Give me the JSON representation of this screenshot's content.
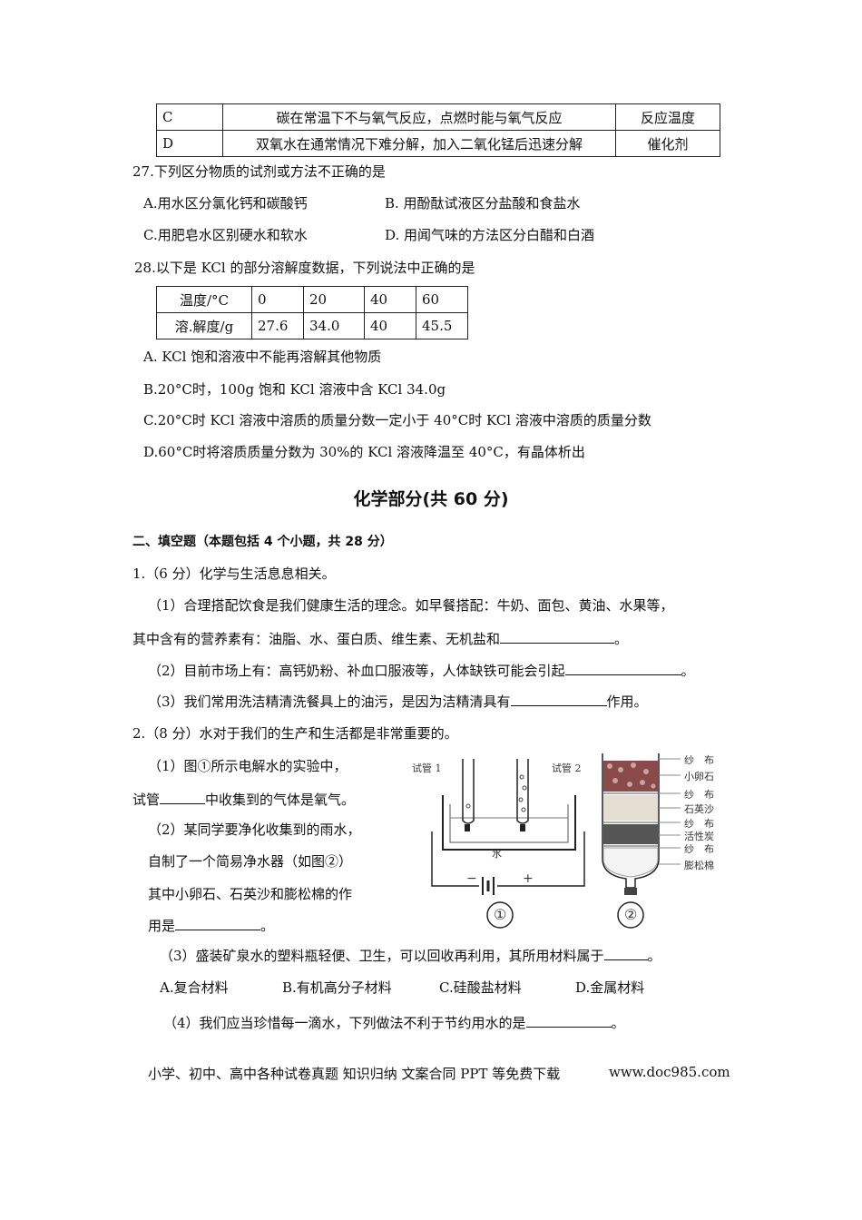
{
  "top_table": {
    "rows": [
      {
        "label": "C",
        "content": "碳在常温下不与氧气反应，点燃时能与氧气反应",
        "factor": "反应温度"
      },
      {
        "label": "D",
        "content": "双氧水在通常情况下难分解，加入二氧化锰后迅速分解",
        "factor": "催化剂"
      }
    ]
  },
  "q27": {
    "stem": "27.下列区分物质的试剂或方法不正确的是",
    "a": "A.用水区分氯化钙和碳酸钙",
    "b": "B. 用酚酞试液区分盐酸和食盐水",
    "c": "C.用肥皂水区别硬水和软水",
    "d": "D. 用闻气味的方法区分白醋和白酒"
  },
  "q28": {
    "stem": "28.以下是 KCl 的部分溶解度数据，下列说法中正确的是",
    "table": {
      "row1": [
        "温度/°C",
        "0",
        "20",
        "40",
        "60"
      ],
      "row2": [
        "溶.解度/g",
        "27.6",
        "34.0",
        "40",
        "45.5"
      ]
    },
    "a": "A. KCl 饱和溶液中不能再溶解其他物质",
    "b": "B.20°C时，100g 饱和 KCl 溶液中含 KCl 34.0g",
    "c": "C.20°C时 KCl 溶液中溶质的质量分数一定小于 40°C时 KCl 溶液中溶质的质量分数",
    "d": "D.60°C时将溶质质量分数为 30%的 KCl 溶液降温至 40°C，有晶体析出"
  },
  "section_title": "化学部分(共 60 分)",
  "section2_heading": "二、填空题（本题包括 4 个小题，共 28 分）",
  "q1": {
    "stem": "1.（6 分）化学与生活息息相关。",
    "p1_line1": "（1）合理搭配饮食是我们健康生活的理念。如早餐搭配：牛奶、面包、黄油、水果等，",
    "p1_line2": "其中含有的营养素有：油脂、水、蛋白质、维生素、无机盐和",
    "p1_end": "。",
    "p2": "（2）目前市场上有：高钙奶粉、补血口服液等，人体缺铁可能会引起",
    "p2_end": "。",
    "p3": "（3）我们常用洗洁精清洗餐具上的油污，是因为洁精清具有",
    "p3_end": "作用。"
  },
  "q2": {
    "stem": "2.（8 分）水对于我们的生产和生活都是非常重要的。",
    "p1_line1": "（1）图①所示电解水的实验中，",
    "p1_line2a": "试管",
    "p1_line2b": "中收集到的气体是氧气。",
    "p2_line1": "（2）某同学要净化收集到的雨水，",
    "p2_line2": "自制了一个简易净水器（如图②）",
    "p2_line3": "其中小卵石、石英沙和膨松棉的作",
    "p2_line4a": "用是",
    "p2_line4b": "。",
    "p3": "（3）盛装矿泉水的塑料瓶轻便、卫生，可以回收再利用，其所用材料属于",
    "p3_end": "。",
    "p3_a": "A.复合材料",
    "p3_b": "B.有机高分子材料",
    "p3_c": "C.硅酸盐材料",
    "p3_d": "D.金属材料",
    "p4": "（4）我们应当珍惜每一滴水，下列做法不利于节约用水的是",
    "p4_end": "。"
  },
  "figure1": {
    "tube1": "试管 1",
    "tube2": "试管 2",
    "water": "水",
    "minus": "−",
    "plus": "+",
    "caption": "①"
  },
  "figure2": {
    "labels": [
      "纱　布",
      "小卵石",
      "纱　布",
      "石英沙",
      "纱　布",
      "活性炭",
      "纱　布",
      "膨松棉"
    ],
    "caption": "②"
  },
  "footer": {
    "text": "小学、初中、高中各种试卷真题  知识归纳  文案合同  PPT 等免费下载",
    "url": "www.doc985.com"
  }
}
